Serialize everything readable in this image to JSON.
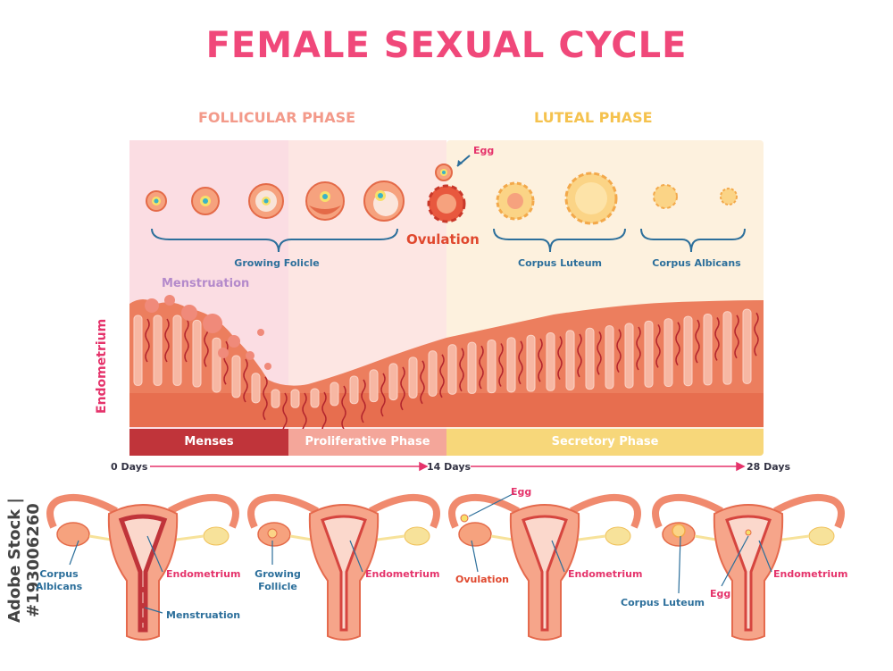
{
  "title": "FEMALE SEXUAL CYCLE",
  "stock_id": "Adobe Stock | #193006260",
  "phases": {
    "follicular": "FOLLICULAR PHASE",
    "luteal": "LUTEAL PHASE"
  },
  "labels": {
    "egg": "Egg",
    "ovulation": "Ovulation",
    "growing_follicle": "Growing Folicle",
    "corpus_luteum": "Corpus Luteum",
    "corpus_albicans": "Corpus Albicans",
    "menstruation": "Menstruation",
    "endometrium_side": "Endometrium"
  },
  "bands": {
    "menses": "Menses",
    "proliferative": "Proliferative Phase",
    "secretory": "Secretory Phase"
  },
  "timeline": {
    "start": "0 Days",
    "mid": "14 Days",
    "end": "28 Days"
  },
  "uterus_labels": {
    "u1": {
      "corpus_albicans_1": "Corpus",
      "corpus_albicans_2": "Albicans",
      "endometrium": "Endometrium",
      "menstruation": "Menstruation"
    },
    "u2": {
      "growing_1": "Growing",
      "growing_2": "Follicle",
      "endometrium": "Endometrium"
    },
    "u3": {
      "egg": "Egg",
      "ovulation": "Ovulation",
      "endometrium": "Endometrium"
    },
    "u4": {
      "corpus_luteum": "Corpus Luteum",
      "egg": "Egg",
      "endometrium": "Endometrium"
    }
  },
  "colors": {
    "title": "#f0487a",
    "follicular": "#f39a8a",
    "luteal": "#f5c24e",
    "menses": "#c0343a",
    "proliferative": "#f4a69a",
    "secretory": "#f7d77a",
    "tissue": "#e8704f",
    "blue_label": "#2c6f9b",
    "pink_label": "#e5336b",
    "purple_label": "#b48acb",
    "ovulation": "#e0482e"
  }
}
